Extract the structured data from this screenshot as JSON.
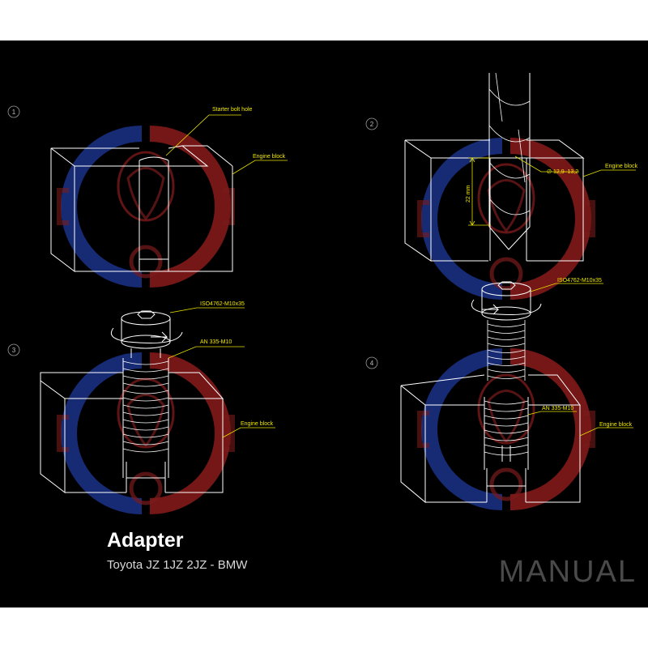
{
  "steps": [
    {
      "number": "1",
      "labels": {
        "hole": "Starter bolt hole",
        "block": "Engine block"
      }
    },
    {
      "number": "2",
      "labels": {
        "diameter": "∅ 12,9–13,2",
        "depth": "22 mm",
        "block": "Engine block"
      }
    },
    {
      "number": "3",
      "labels": {
        "bolt": "ISO4762-M10x35",
        "insert": "AN 335-M10",
        "block": "Engine block"
      }
    },
    {
      "number": "4",
      "labels": {
        "bolt": "ISO4762-M10x35",
        "insert": "AN 335-M10",
        "block": "Engine block"
      }
    }
  ],
  "title": "Adapter",
  "subtitle": "Toyota JZ 1JZ 2JZ - BMW",
  "brand": "MANUAL",
  "colors": {
    "background": "#000000",
    "line": "#ffffff",
    "callout": "#f2ea00",
    "watermark_blue": "#1f3a9c",
    "watermark_red": "#9c1f1f"
  },
  "icons": [
    "rotation-arrow-icon",
    "watermark-logo"
  ]
}
